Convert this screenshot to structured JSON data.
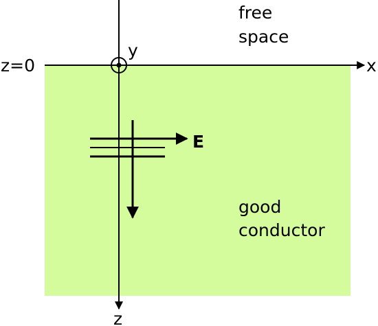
{
  "labels": {
    "free_space_line1": "free",
    "free_space_line2": "space",
    "z_zero": "z=0",
    "x_axis": "x",
    "y_axis": "y",
    "z_axis": "z",
    "field": "E",
    "conductor_line1": "good",
    "conductor_line2": "conductor"
  },
  "colors": {
    "conductor_fill": "#d4fc9c",
    "line": "#000000"
  }
}
